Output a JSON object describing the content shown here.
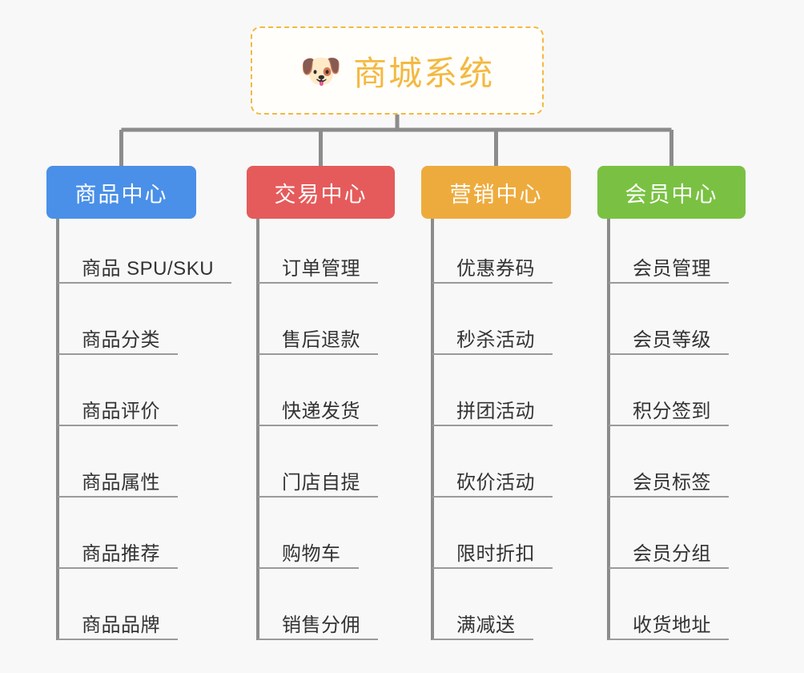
{
  "meta": {
    "background_color": "#f8f8f8",
    "connector_color": "#8c8c8c",
    "leaf_rule_color": "#9a9a9a",
    "leaf_text_color": "#333333"
  },
  "root": {
    "title": "商城系统",
    "icon": "shiba-dog-face-icon",
    "icon_glyph": "🐶",
    "text_color": "#f3b942",
    "border_color": "#f3b942",
    "fill_color": "#fffefb"
  },
  "branches": [
    {
      "label": "商品中心",
      "color": "#4a90e8",
      "leaves": [
        "商品 SPU/SKU",
        "商品分类",
        "商品评价",
        "商品属性",
        "商品推荐",
        "商品品牌"
      ]
    },
    {
      "label": "交易中心",
      "color": "#e55b5b",
      "leaves": [
        "订单管理",
        "售后退款",
        "快递发货",
        "门店自提",
        "购物车",
        "销售分佣"
      ]
    },
    {
      "label": "营销中心",
      "color": "#eeab3d",
      "leaves": [
        "优惠券码",
        "秒杀活动",
        "拼团活动",
        "砍价活动",
        "限时折扣",
        "满减送"
      ]
    },
    {
      "label": "会员中心",
      "color": "#7ac143",
      "leaves": [
        "会员管理",
        "会员等级",
        "积分签到",
        "会员标签",
        "会员分组",
        "收货地址"
      ]
    }
  ]
}
